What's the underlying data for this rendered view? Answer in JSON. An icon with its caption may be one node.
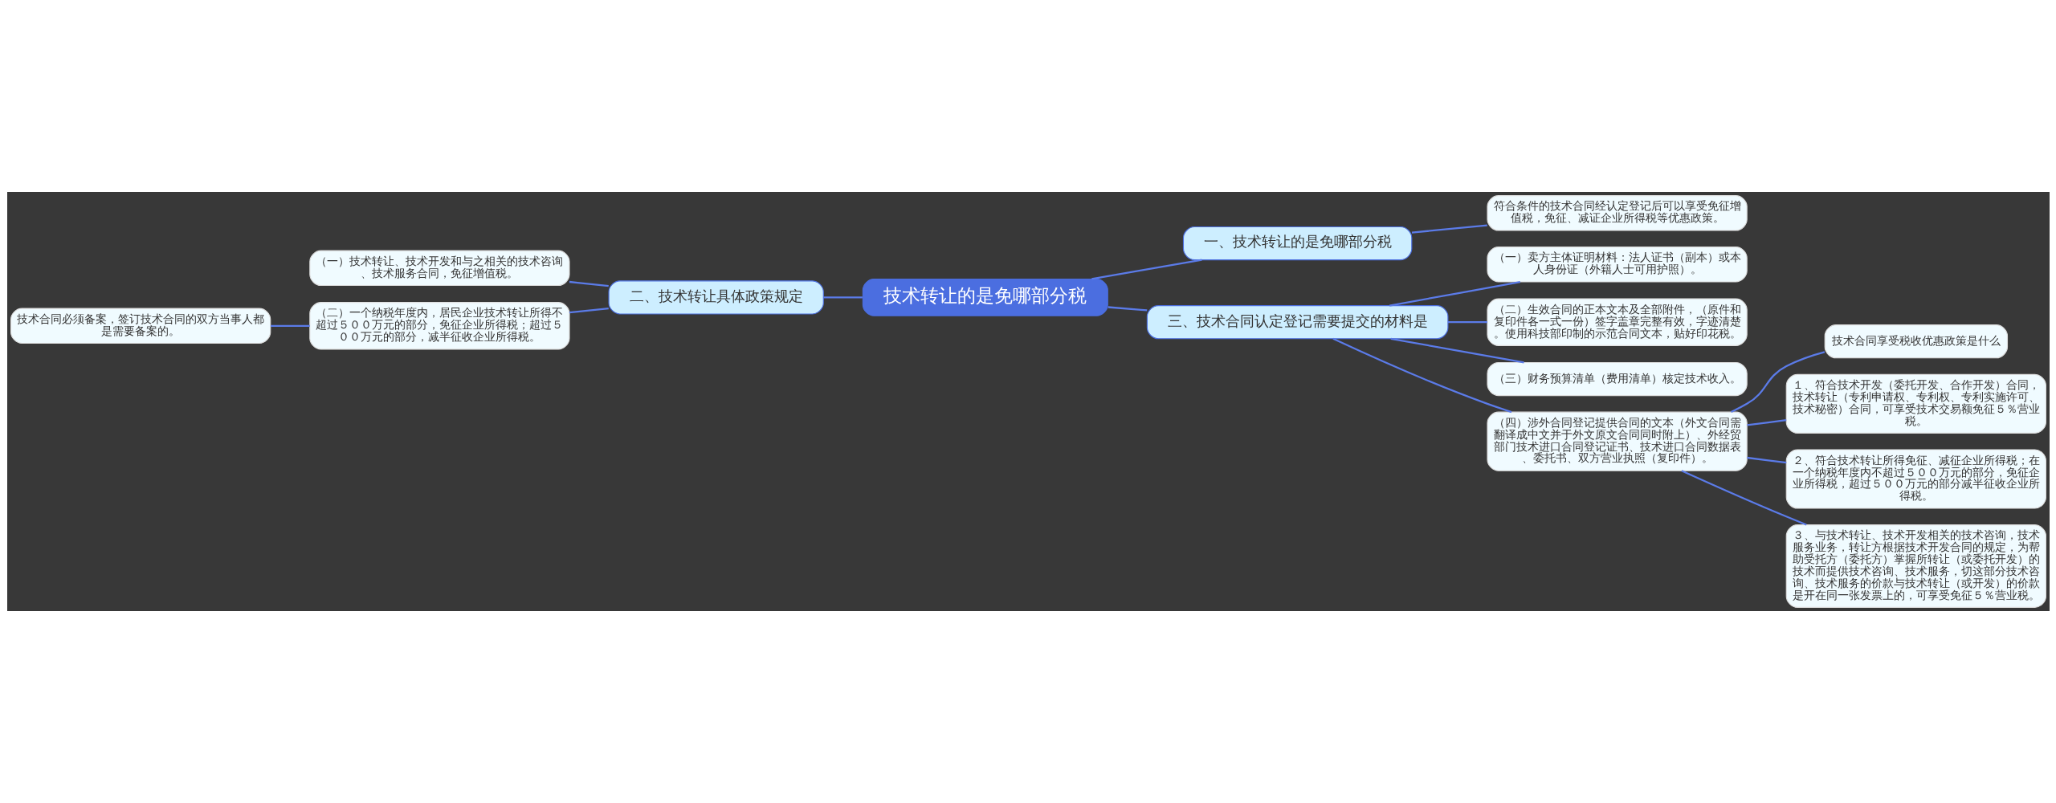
{
  "diagram": {
    "nodes": [
      {
        "text": [
          "技术转让的是免哪部分税"
        ]
      },
      {
        "text": [
          "一、技术转让的是免哪部分税"
        ]
      },
      {
        "text": [
          "符合条件的技术合同经认定登记后可以享受免征增值税，免征、减证企业所得税等优惠政策。"
        ]
      },
      {
        "text": [
          "二、技术转让具体政策规定"
        ]
      },
      {
        "text": [
          "（一）技术转让、技术开发和与之相关的技术咨询、技术服务合同，免征增值税。"
        ]
      },
      {
        "text": [
          "（二）一个纳税年度内，居民企业技术转让所得不超过５００万元的部分，免征企业所得税；超过５００万元的部分，减半征收企业所得税。"
        ]
      },
      {
        "text": [
          "技术合同必须备案，签订技术合同的双方当事人都是需要备案的。"
        ]
      },
      {
        "text": [
          "三、技术合同认定登记需要提交的材料是"
        ]
      },
      {
        "text": [
          "（一）卖方主体证明材料：法人证书（副本）或本人身份证（外籍人士可用护照）。"
        ]
      },
      {
        "text": [
          "（二）生效合同的正本文本及全部附件，（原件和复印件各一式一份）签字盖章完整有效，字迹清楚。使用科技部印制的示范合同文本，贴好印花税。"
        ]
      },
      {
        "text": [
          "（三）财务预算清单（费用清单）核定技术收入。"
        ]
      },
      {
        "text": [
          "（四）涉外合同登记提供合同的文本（外文合同需翻译成中文并于外文原文合同同时附上）、外经贸部门技术进口合同登记证书、技术进口合同数据表、委托书、双方营业执照（复印件）。"
        ]
      },
      {
        "text": [
          "技术合同享受税收优惠政策是什么"
        ]
      },
      {
        "text": [
          "１、符合技术开发（委托开发、合作开发）合同，技术转让（专利申请权、专利权、专利实施许可、技术秘密）合同，可享受技术交易额免征５％营业税。"
        ]
      },
      {
        "text": [
          "２、符合技术转让所得免征、减征企业所得税；在一个纳税年度内不超过５００万元的部分，免征企业所得税，超过５００万元的部分减半征收企业所得税。"
        ]
      },
      {
        "text": [
          "３、与技术转让、技术开发相关的技术咨询，技术服务业务，转让方根据技术开发合同的规定，为帮助受托方（委托方）掌握所转让（或委托开发）的技术而提供技术咨询、技术服务，切这部分技术咨询、技术服务的价款与技术转让（或开发）的价款是开在同一张发票上的，可享受免征５％营业税。"
        ]
      }
    ],
    "edges": [
      {
        "from": 0,
        "to": 1,
        "arrow": "none"
      },
      {
        "from": 1,
        "to": 2,
        "arrow": "none"
      },
      {
        "from": 0,
        "to": 3,
        "arrow": "none"
      },
      {
        "from": 3,
        "to": 4,
        "arrow": "none"
      },
      {
        "from": 3,
        "to": 5,
        "arrow": "none"
      },
      {
        "from": 5,
        "to": 6,
        "arrow": "none"
      },
      {
        "from": 0,
        "to": 7,
        "arrow": "none"
      },
      {
        "from": 7,
        "to": 8,
        "arrow": "none"
      },
      {
        "from": 7,
        "to": 9,
        "arrow": "none"
      },
      {
        "from": 7,
        "to": 10,
        "arrow": "none"
      },
      {
        "from": 7,
        "to": 11,
        "arrow": "none"
      },
      {
        "from": 11,
        "to": 12,
        "arrow": "none"
      },
      {
        "from": 11,
        "to": 13,
        "arrow": "none"
      },
      {
        "from": 11,
        "to": 14,
        "arrow": "none"
      },
      {
        "from": 11,
        "to": 15,
        "arrow": "none"
      }
    ]
  }
}
